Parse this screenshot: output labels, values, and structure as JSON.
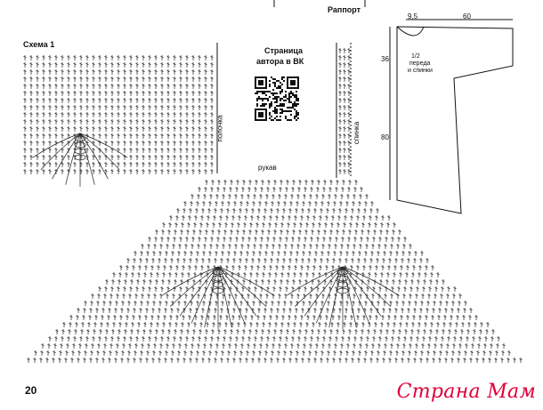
{
  "header": {
    "rapport_label": "Раппорт"
  },
  "scheme": {
    "title": "Схема 1"
  },
  "vk_block": {
    "line1": "Страница",
    "line2": "автора в ВК"
  },
  "labels": {
    "polochka": "полочка",
    "spinka": "спинка",
    "rukav": "рукав"
  },
  "pattern_measure": {
    "top_width_1": "9,5",
    "top_width_2": "60",
    "left_top": "36",
    "left_main": "80",
    "half_label_line1": "1/2",
    "half_label_line2": "переда",
    "half_label_line3": "и спинки"
  },
  "page_number": "20",
  "watermark": "Страна Мам",
  "colors": {
    "ink": "#111111",
    "watermark": "#e0003a"
  }
}
